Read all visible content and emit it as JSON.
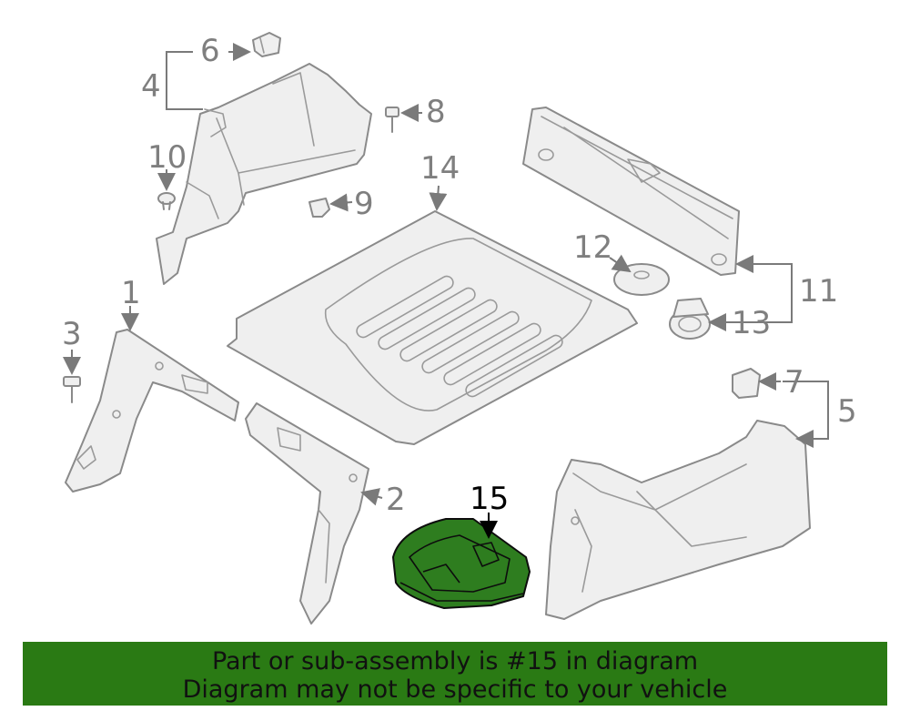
{
  "callouts": {
    "c1": "1",
    "c2": "2",
    "c3": "3",
    "c4": "4",
    "c5": "5",
    "c6": "6",
    "c7": "7",
    "c8": "8",
    "c9": "9",
    "c10": "10",
    "c11": "11",
    "c12": "12",
    "c13": "13",
    "c14": "14",
    "c15": "15"
  },
  "highlighted_part": "15",
  "colors": {
    "highlight": "#2e7d1f",
    "banner": "#2a7a14",
    "parts": "#efefef",
    "lines": "#8a8a8a"
  },
  "banner": {
    "line1": "Part or sub-assembly is #15 in diagram",
    "line2": "Diagram may not be specific to your vehicle"
  }
}
